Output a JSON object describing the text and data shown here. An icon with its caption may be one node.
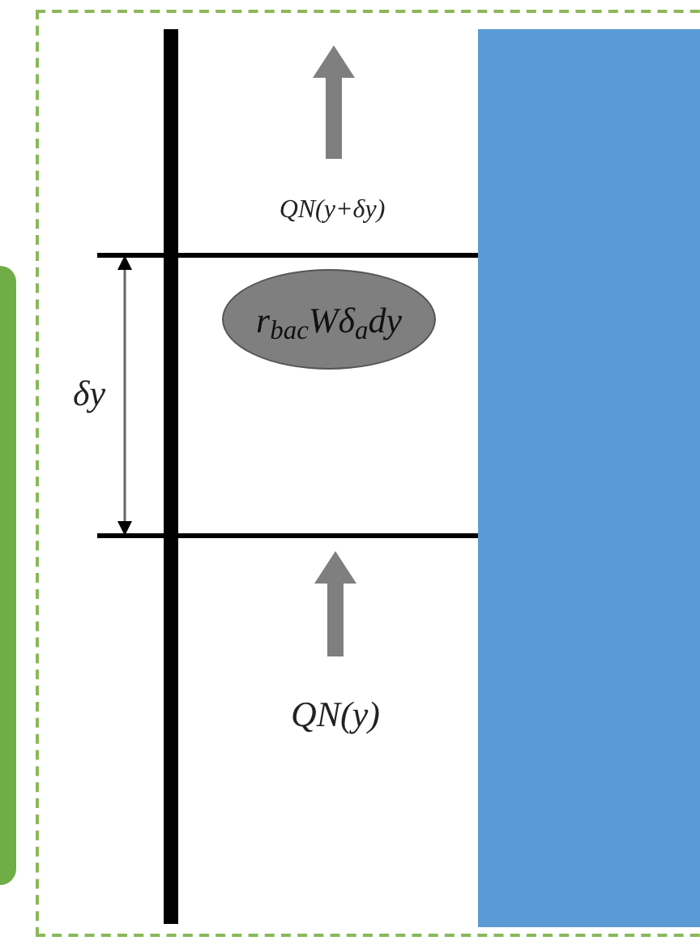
{
  "diagram": {
    "nodes": [
      {
        "text": [
          "r$_{bac}$Wδ$_{a}$dy"
        ]
      }
    ],
    "labels": [
      "QN(y+δy)",
      "δy",
      "QN(y)"
    ]
  }
}
